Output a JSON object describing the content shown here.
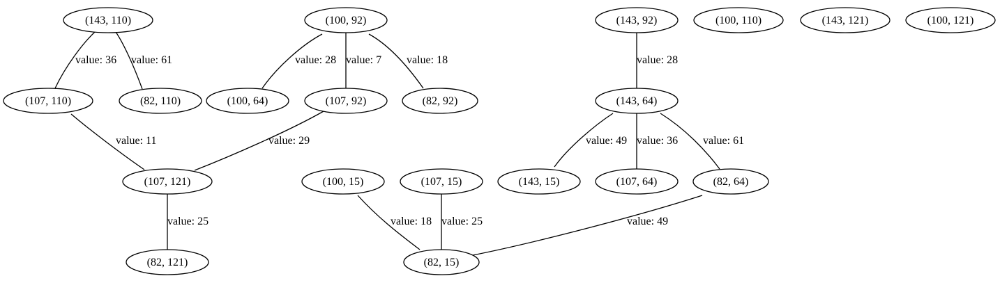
{
  "graph": {
    "nodes": [
      {
        "id": "n143_110",
        "label": "(143, 110)"
      },
      {
        "id": "n100_92",
        "label": "(100, 92)"
      },
      {
        "id": "n143_92",
        "label": "(143, 92)"
      },
      {
        "id": "n100_110",
        "label": "(100, 110)"
      },
      {
        "id": "n143_121",
        "label": "(143, 121)"
      },
      {
        "id": "n100_121",
        "label": "(100, 121)"
      },
      {
        "id": "n107_110",
        "label": "(107, 110)"
      },
      {
        "id": "n82_110",
        "label": "(82, 110)"
      },
      {
        "id": "n100_64",
        "label": "(100, 64)"
      },
      {
        "id": "n107_92",
        "label": "(107, 92)"
      },
      {
        "id": "n82_92",
        "label": "(82, 92)"
      },
      {
        "id": "n143_64",
        "label": "(143, 64)"
      },
      {
        "id": "n107_121",
        "label": "(107, 121)"
      },
      {
        "id": "n100_15",
        "label": "(100, 15)"
      },
      {
        "id": "n107_15",
        "label": "(107, 15)"
      },
      {
        "id": "n143_15",
        "label": "(143, 15)"
      },
      {
        "id": "n107_64",
        "label": "(107, 64)"
      },
      {
        "id": "n82_64",
        "label": "(82, 64)"
      },
      {
        "id": "n82_121",
        "label": "(82, 121)"
      },
      {
        "id": "n82_15",
        "label": "(82, 15)"
      }
    ],
    "edges": [
      {
        "from": "n143_110",
        "to": "n107_110",
        "label": "value: 36"
      },
      {
        "from": "n143_110",
        "to": "n82_110",
        "label": "value: 61"
      },
      {
        "from": "n100_92",
        "to": "n100_64",
        "label": "value: 28"
      },
      {
        "from": "n100_92",
        "to": "n107_92",
        "label": "value: 7"
      },
      {
        "from": "n100_92",
        "to": "n82_92",
        "label": "value: 18"
      },
      {
        "from": "n143_92",
        "to": "n143_64",
        "label": "value: 28"
      },
      {
        "from": "n107_110",
        "to": "n107_121",
        "label": "value: 11"
      },
      {
        "from": "n107_92",
        "to": "n107_121",
        "label": "value: 29"
      },
      {
        "from": "n143_64",
        "to": "n143_15",
        "label": "value: 49"
      },
      {
        "from": "n143_64",
        "to": "n107_64",
        "label": "value: 36"
      },
      {
        "from": "n143_64",
        "to": "n82_64",
        "label": "value: 61"
      },
      {
        "from": "n107_121",
        "to": "n82_121",
        "label": "value: 25"
      },
      {
        "from": "n100_15",
        "to": "n82_15",
        "label": "value: 18"
      },
      {
        "from": "n107_15",
        "to": "n82_15",
        "label": "value: 25"
      },
      {
        "from": "n82_64",
        "to": "n82_15",
        "label": "value: 49"
      }
    ]
  }
}
